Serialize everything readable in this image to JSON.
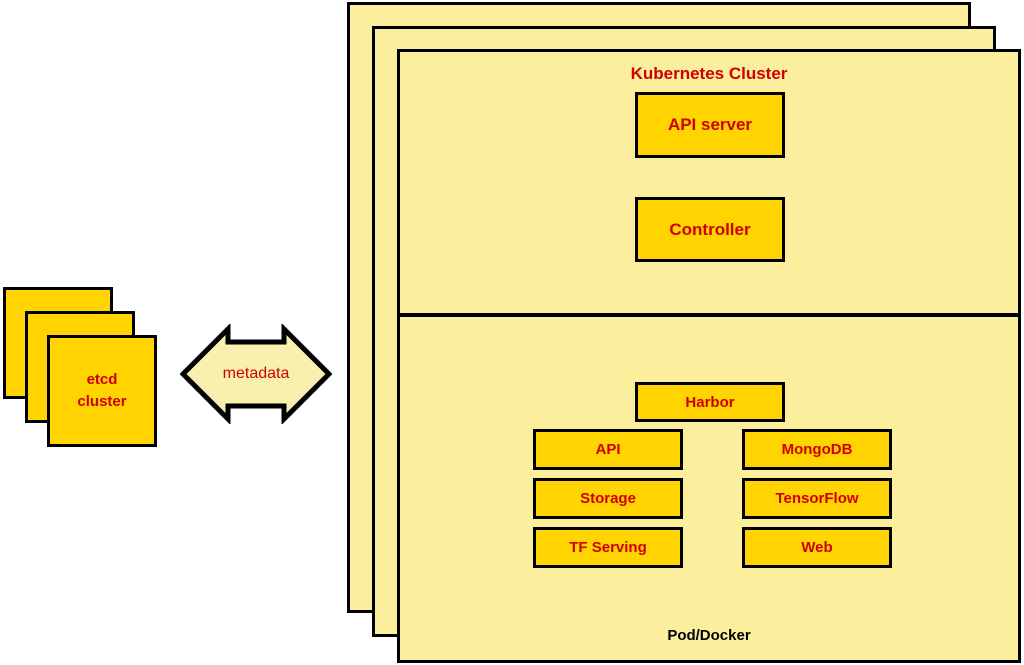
{
  "cluster": {
    "title": "Kubernetes Cluster",
    "api_server": "API server",
    "controller": "Controller",
    "harbor": "Harbor",
    "left_column": [
      "API",
      "Storage",
      "TF Serving"
    ],
    "right_column": [
      "MongoDB",
      "TensorFlow",
      "Web"
    ],
    "pod_label": "Pod/Docker"
  },
  "etcd": {
    "line1": "etcd",
    "line2": "cluster"
  },
  "arrow": {
    "label": "metadata"
  },
  "colors": {
    "layer_fill": "#FBEE9C",
    "box_fill": "#FFD400",
    "arrow_fill": "#F9F0B0",
    "text_red": "#D00000",
    "border_black": "#000000"
  }
}
